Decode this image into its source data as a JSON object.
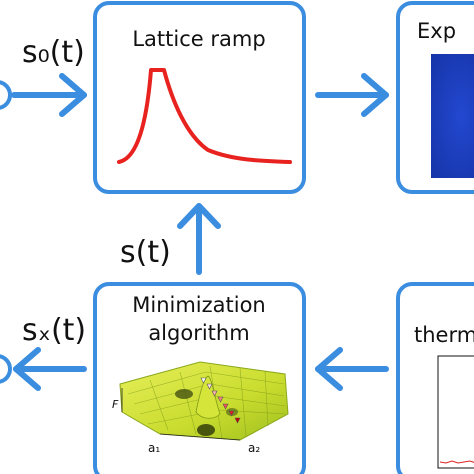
{
  "colors": {
    "frame": "#3b8de0",
    "arrow": "#3b8de0",
    "ramp_curve": "#e8231f",
    "experiment_image": "#1a3fbf",
    "surface": "#d6e63a"
  },
  "labels": {
    "s0": "s₀(t)",
    "s": "s(t)",
    "sf": "sₓ(t)",
    "lattice_ramp": "Lattice ramp",
    "experiment_partial": "Exp",
    "minimization_line1": "Minimization",
    "minimization_line2": "algorithm",
    "thermo_partial": "therm",
    "axis_f": "F",
    "axis_a1": "a₁",
    "axis_a2": "a₂"
  }
}
